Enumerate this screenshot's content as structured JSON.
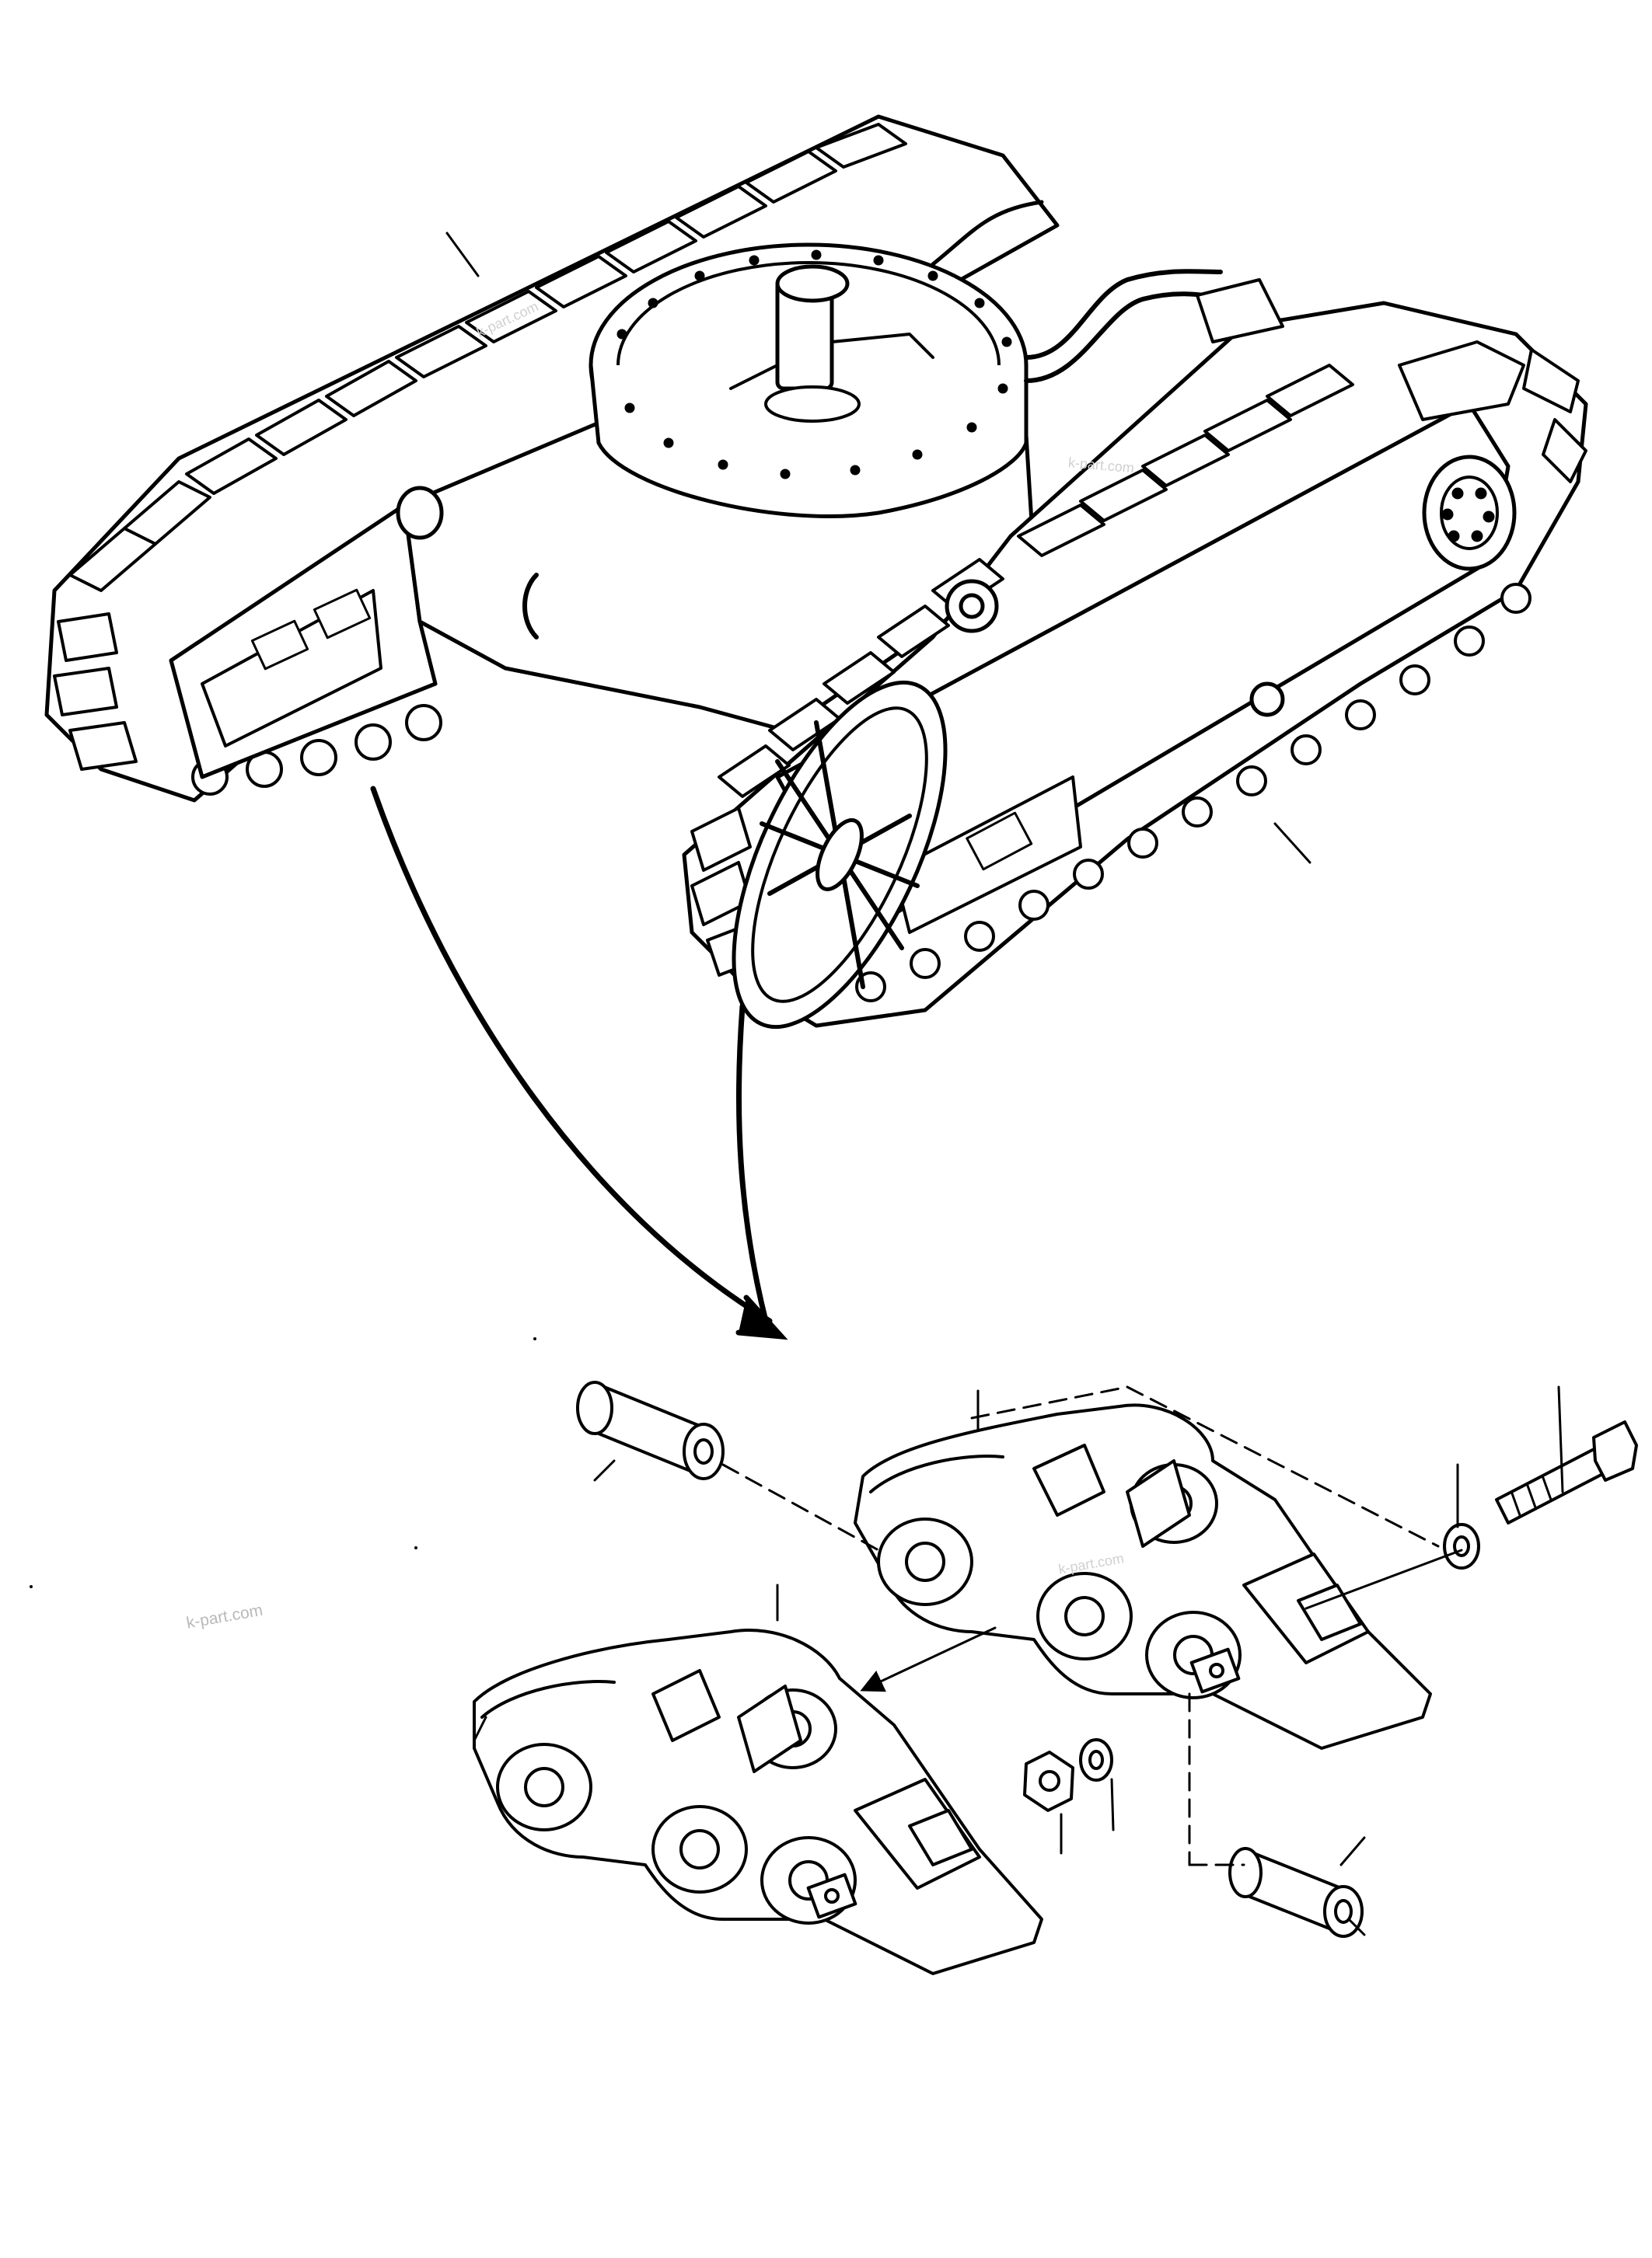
{
  "watermarks": {
    "main": "k-part.com",
    "faint_1": "k-part.com",
    "faint_2": "k-part.com",
    "faint_3": "k-part.com"
  },
  "colors": {
    "ink": "#000000",
    "paper": "#ffffff",
    "watermark": "#b9b9b9"
  }
}
